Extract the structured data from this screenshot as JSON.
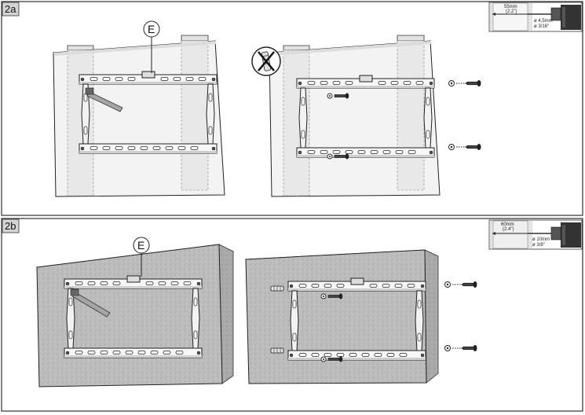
{
  "panels": [
    {
      "id": "2a",
      "label": "2a",
      "part_letter": "E",
      "drill_inset": {
        "depth_mm": "55mm",
        "depth_in": "(2.2\")",
        "bit_mm": "ø 4,5mm",
        "bit_in": "ø 3/16\""
      }
    },
    {
      "id": "2b",
      "label": "2b",
      "part_letter": "E",
      "drill_inset": {
        "depth_mm": "60mm",
        "depth_in": "(2.4\")",
        "bit_mm": "ø 10mm",
        "bit_in": "ø 3/8\""
      }
    }
  ],
  "colors": {
    "border": "#333333",
    "label_bg": "#d4d4d4",
    "wood_panel": "#f3f3f3",
    "stud": "#e6e6e6",
    "concrete": "#bdbdbd",
    "bracket": "#f7f7f7",
    "wrench": "#a0a0a0"
  },
  "icons": [
    "no-anchor-icon",
    "drill-icon",
    "wrench-icon",
    "screw-icon",
    "washer-icon"
  ]
}
